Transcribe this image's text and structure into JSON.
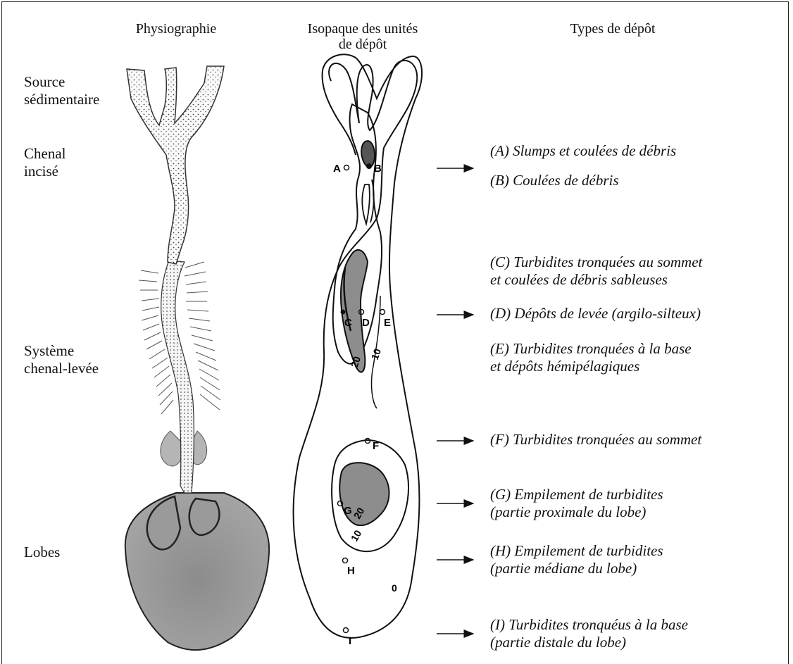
{
  "headers": {
    "physiographie": "Physiographie",
    "isopaque_line1": "Isopaque des unités",
    "isopaque_line2": "de dépôt",
    "types": "Types de dépôt"
  },
  "zones": {
    "source": [
      "Source",
      "sédimentaire"
    ],
    "chenal": [
      "Chenal",
      "incisé"
    ],
    "systeme": [
      "Système",
      "chenal-levée"
    ],
    "lobes": [
      "Lobes"
    ]
  },
  "points": [
    "A",
    "B",
    "C",
    "D",
    "E",
    "F",
    "G",
    "H",
    "I"
  ],
  "isopach_labels": [
    "20",
    "10",
    "20",
    "10",
    "0"
  ],
  "deposits": {
    "A": [
      "(A) Slumps et coulées de débris"
    ],
    "B": [
      "(B) Coulées de débris"
    ],
    "C": [
      "(C) Turbidites tronquées au sommet",
      "et coulées de débris sableuses"
    ],
    "D": [
      "(D) Dépôts de levée (argilo-silteux)"
    ],
    "E": [
      "(E) Turbidites tronquées à la base",
      "et dépôts hémipélagiques"
    ],
    "F": [
      "(F) Turbidites tronquées au sommet"
    ],
    "G": [
      "(G) Empilement de turbidites",
      "(partie proximale du lobe)"
    ],
    "H": [
      "(H) Empilement de turbidites",
      "(partie médiane du lobe)"
    ],
    "I": [
      "(I) Turbidites tronquéus à la base",
      "(partie distale du lobe)"
    ]
  },
  "colors": {
    "line": "#111111",
    "stipple": "#555555",
    "shade": "#8a8a8a"
  }
}
